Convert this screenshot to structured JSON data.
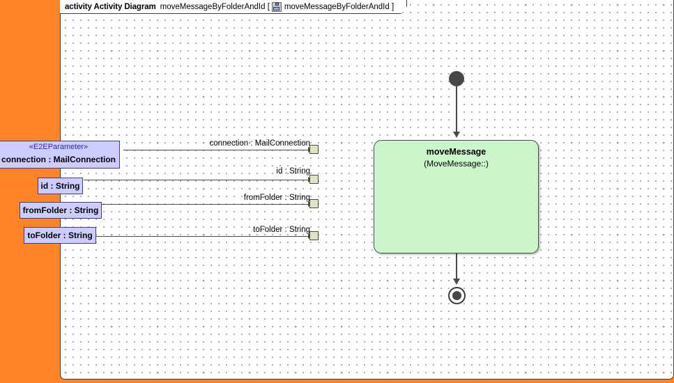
{
  "frame": {
    "header": {
      "keyword": "activity Activity Diagram",
      "name": "moveMessageByFolderAndId [",
      "icon": "activity-diagram-icon",
      "qualified_name": "moveMessageByFolderAndId ]"
    }
  },
  "parameters": [
    {
      "stereotype": "«E2EParameter»",
      "label": "connection : MailConnection",
      "edge_label": "connection : MailConnection"
    },
    {
      "stereotype": "",
      "label": "id : String",
      "edge_label": "id : String"
    },
    {
      "stereotype": "",
      "label": "fromFolder : String",
      "edge_label": "fromFolder : String"
    },
    {
      "stereotype": "",
      "label": "toFolder : String",
      "edge_label": "toFolder : String"
    }
  ],
  "activity": {
    "title": "moveMessage",
    "subtitle": "(MoveMessage::)"
  },
  "nodes": {
    "initial": "initial-node",
    "final": "activity-final-node"
  },
  "colors": {
    "panel": "#FF8427",
    "activity_fill": "#CCF5CC",
    "parameter_fill": "#CCCCFF",
    "parameter_border": "#3C3C8C",
    "pin_fill": "#E3E3C3",
    "stereotype_text": "#2A2AAA",
    "node_fill": "#474747"
  }
}
